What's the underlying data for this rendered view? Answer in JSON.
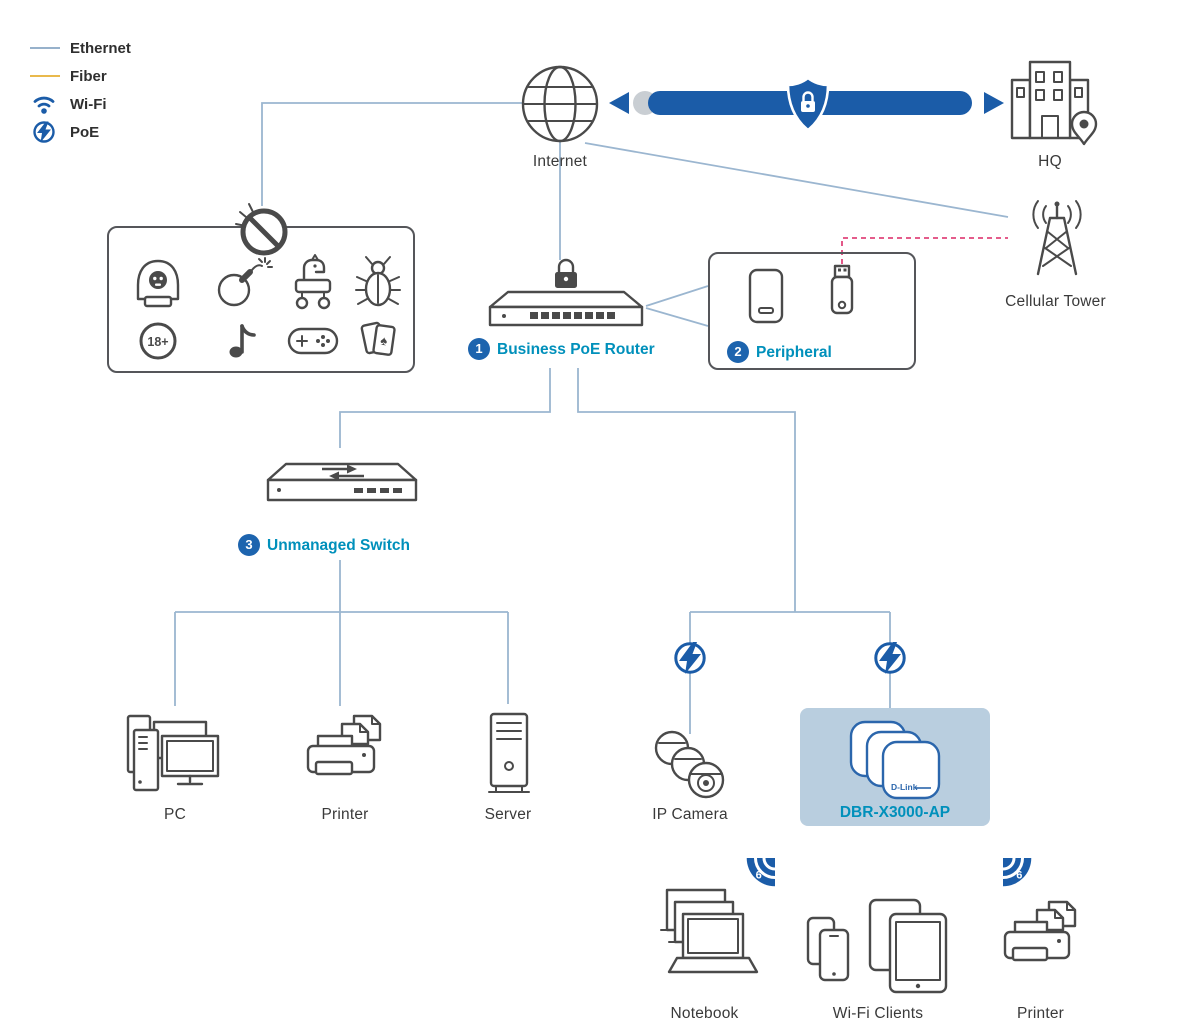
{
  "colors": {
    "accent_blue": "#1B5CA8",
    "teal_label": "#0090BB",
    "ethernet_line": "#9BB6D0",
    "fiber_line": "#E9B94C",
    "dashed_pink": "#E0457B",
    "icon_stroke": "#4A4A4A",
    "ap_highlight": "#B9CEDF",
    "badge_blue": "#1D64AE",
    "arrow_gray_dot": "#C9CED3"
  },
  "legend": {
    "items": [
      {
        "label": "Ethernet"
      },
      {
        "label": "Fiber"
      },
      {
        "label": "Wi-Fi"
      },
      {
        "label": "PoE"
      }
    ]
  },
  "nodes": {
    "internet": {
      "label": "Internet"
    },
    "hq": {
      "label": "HQ"
    },
    "cellular_tower": {
      "label": "Cellular Tower"
    },
    "router": {
      "number": "1",
      "label": "Business PoE Router"
    },
    "peripheral": {
      "number": "2",
      "label": "Peripheral"
    },
    "switch": {
      "number": "3",
      "label": "Unmanaged Switch"
    },
    "pc": {
      "label": "PC"
    },
    "printer": {
      "label": "Printer"
    },
    "server": {
      "label": "Server"
    },
    "ip_camera": {
      "label": "IP Camera"
    },
    "access_point": {
      "label": "DBR-X3000-AP",
      "brand": "D-Link"
    },
    "notebook": {
      "label": "Notebook"
    },
    "wifi_clients": {
      "label": "Wi-Fi Clients"
    },
    "printer_bottom": {
      "label": "Printer"
    }
  },
  "blocked_content": {
    "age_badge": "18+",
    "spade": "♠"
  },
  "wifi6": {
    "label": "6"
  }
}
